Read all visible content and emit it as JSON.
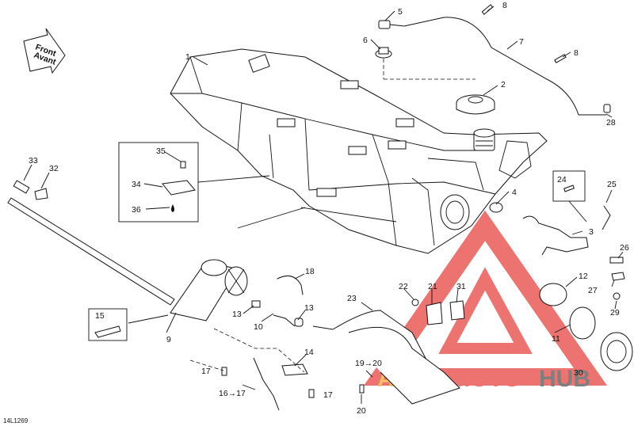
{
  "diagram": {
    "front_text": [
      "Front",
      "Avant"
    ],
    "drawing_code": "14L1269",
    "brand": {
      "left": "AUTO",
      "mid": "MOTO",
      "right": "HUB"
    },
    "colors": {
      "watermark_red": "#e53935",
      "watermark_orange": "#f5a623",
      "watermark_gray": "#4a4a4a"
    },
    "labels": [
      {
        "id": "l1",
        "text": "1"
      },
      {
        "id": "l2",
        "text": "2"
      },
      {
        "id": "l3",
        "text": "3"
      },
      {
        "id": "l4",
        "text": "4"
      },
      {
        "id": "l5",
        "text": "5"
      },
      {
        "id": "l6",
        "text": "6"
      },
      {
        "id": "l7",
        "text": "7"
      },
      {
        "id": "l8a",
        "text": "8"
      },
      {
        "id": "l8b",
        "text": "8"
      },
      {
        "id": "l9",
        "text": "9"
      },
      {
        "id": "l10",
        "text": "10"
      },
      {
        "id": "l11",
        "text": "11"
      },
      {
        "id": "l12",
        "text": "12"
      },
      {
        "id": "l13a",
        "text": "13"
      },
      {
        "id": "l13b",
        "text": "13"
      },
      {
        "id": "l14",
        "text": "14"
      },
      {
        "id": "l15",
        "text": "15"
      },
      {
        "id": "l16",
        "text": "16→17"
      },
      {
        "id": "l17a",
        "text": "17"
      },
      {
        "id": "l17b",
        "text": "17"
      },
      {
        "id": "l18",
        "text": "18"
      },
      {
        "id": "l19",
        "text": "19→20"
      },
      {
        "id": "l20",
        "text": "20"
      },
      {
        "id": "l21",
        "text": "21"
      },
      {
        "id": "l22",
        "text": "22"
      },
      {
        "id": "l23",
        "text": "23"
      },
      {
        "id": "l24",
        "text": "24"
      },
      {
        "id": "l25",
        "text": "25"
      },
      {
        "id": "l26",
        "text": "26"
      },
      {
        "id": "l27",
        "text": "27"
      },
      {
        "id": "l28",
        "text": "28"
      },
      {
        "id": "l29",
        "text": "29"
      },
      {
        "id": "l30",
        "text": "30"
      },
      {
        "id": "l31",
        "text": "31"
      },
      {
        "id": "l32",
        "text": "32"
      },
      {
        "id": "l33",
        "text": "33"
      },
      {
        "id": "l34",
        "text": "34"
      },
      {
        "id": "l35",
        "text": "35"
      },
      {
        "id": "l36",
        "text": "36"
      }
    ]
  }
}
